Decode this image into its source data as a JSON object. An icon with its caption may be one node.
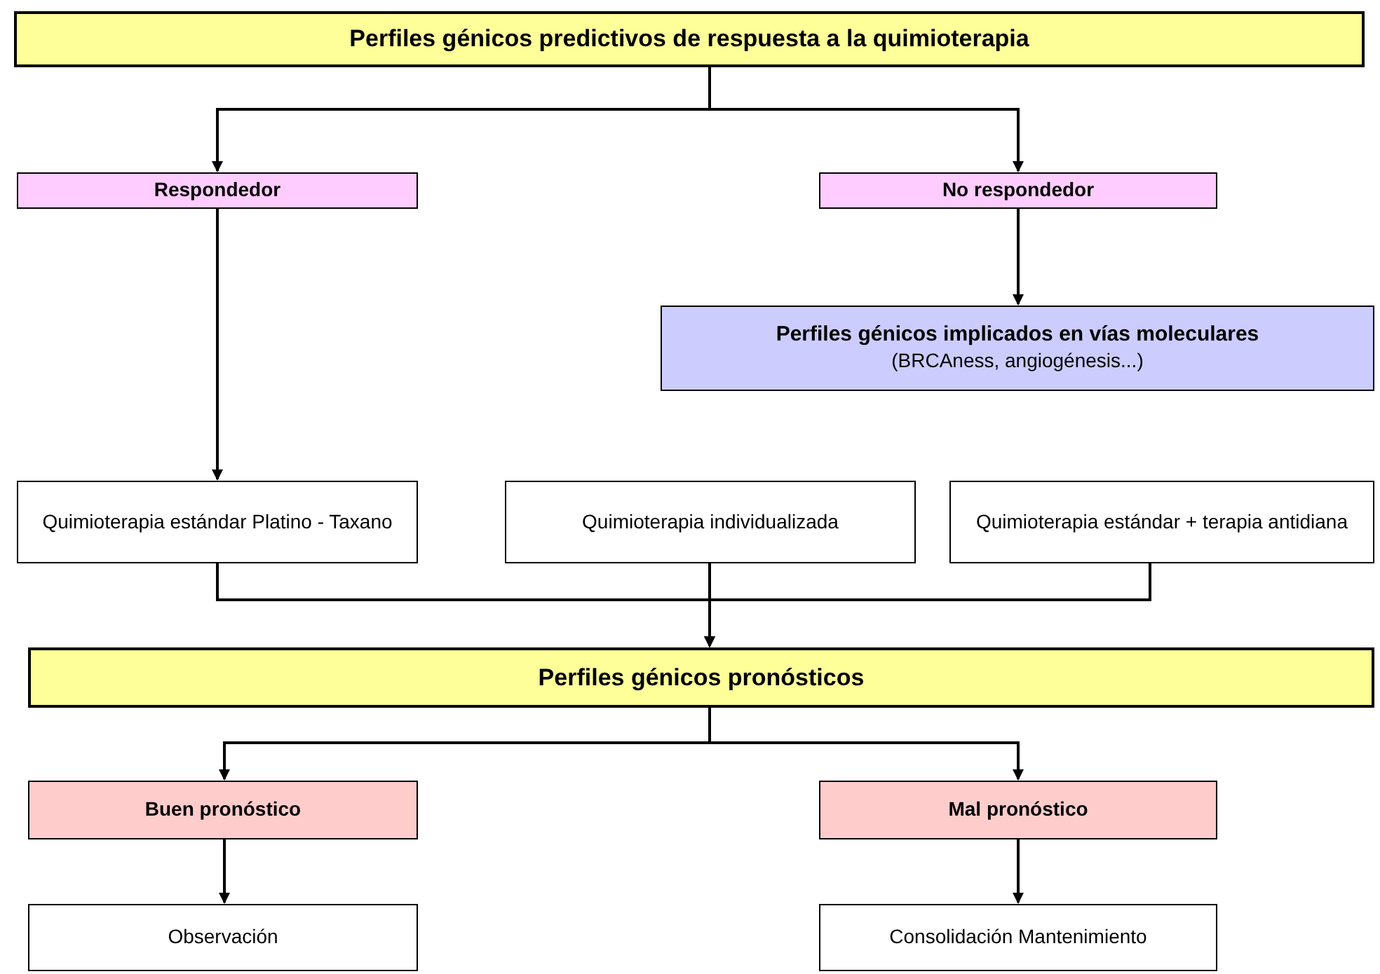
{
  "diagram": {
    "nodes": [
      {
        "text": [
          "Perfiles génicos predictivos de respuesta a la quimioterapia"
        ]
      },
      {
        "text": [
          "Respondedor"
        ]
      },
      {
        "text": [
          "No respondedor"
        ]
      },
      {
        "text": [
          "Perfiles génicos implicados en vías moleculares",
          "(BRCAness, angiogénesis...)"
        ]
      },
      {
        "text": [
          "Quimioterapia estándar Platino - Taxano"
        ]
      },
      {
        "text": [
          "Quimioterapia individualizada"
        ]
      },
      {
        "text": [
          "Quimioterapia estándar + terapia antidiana"
        ]
      },
      {
        "text": [
          "Perfiles génicos pronósticos"
        ]
      },
      {
        "text": [
          "Buen pronóstico"
        ]
      },
      {
        "text": [
          "Mal pronóstico"
        ]
      },
      {
        "text": [
          "Observación"
        ]
      },
      {
        "text": [
          "Consolidación Mantenimiento"
        ]
      }
    ],
    "edges": [
      {
        "from": 0,
        "to": 1,
        "arrow": "to"
      },
      {
        "from": 0,
        "to": 2,
        "arrow": "to"
      },
      {
        "from": 1,
        "to": 4,
        "arrow": "to"
      },
      {
        "from": 2,
        "to": 3,
        "arrow": "to"
      },
      {
        "from": 4,
        "to": 7,
        "arrow": "to"
      },
      {
        "from": 5,
        "to": 7,
        "arrow": "to"
      },
      {
        "from": 6,
        "to": 7,
        "arrow": "to"
      },
      {
        "from": 7,
        "to": 8,
        "arrow": "to"
      },
      {
        "from": 7,
        "to": 9,
        "arrow": "to"
      },
      {
        "from": 8,
        "to": 10,
        "arrow": "to"
      },
      {
        "from": 9,
        "to": 11,
        "arrow": "to"
      }
    ]
  }
}
